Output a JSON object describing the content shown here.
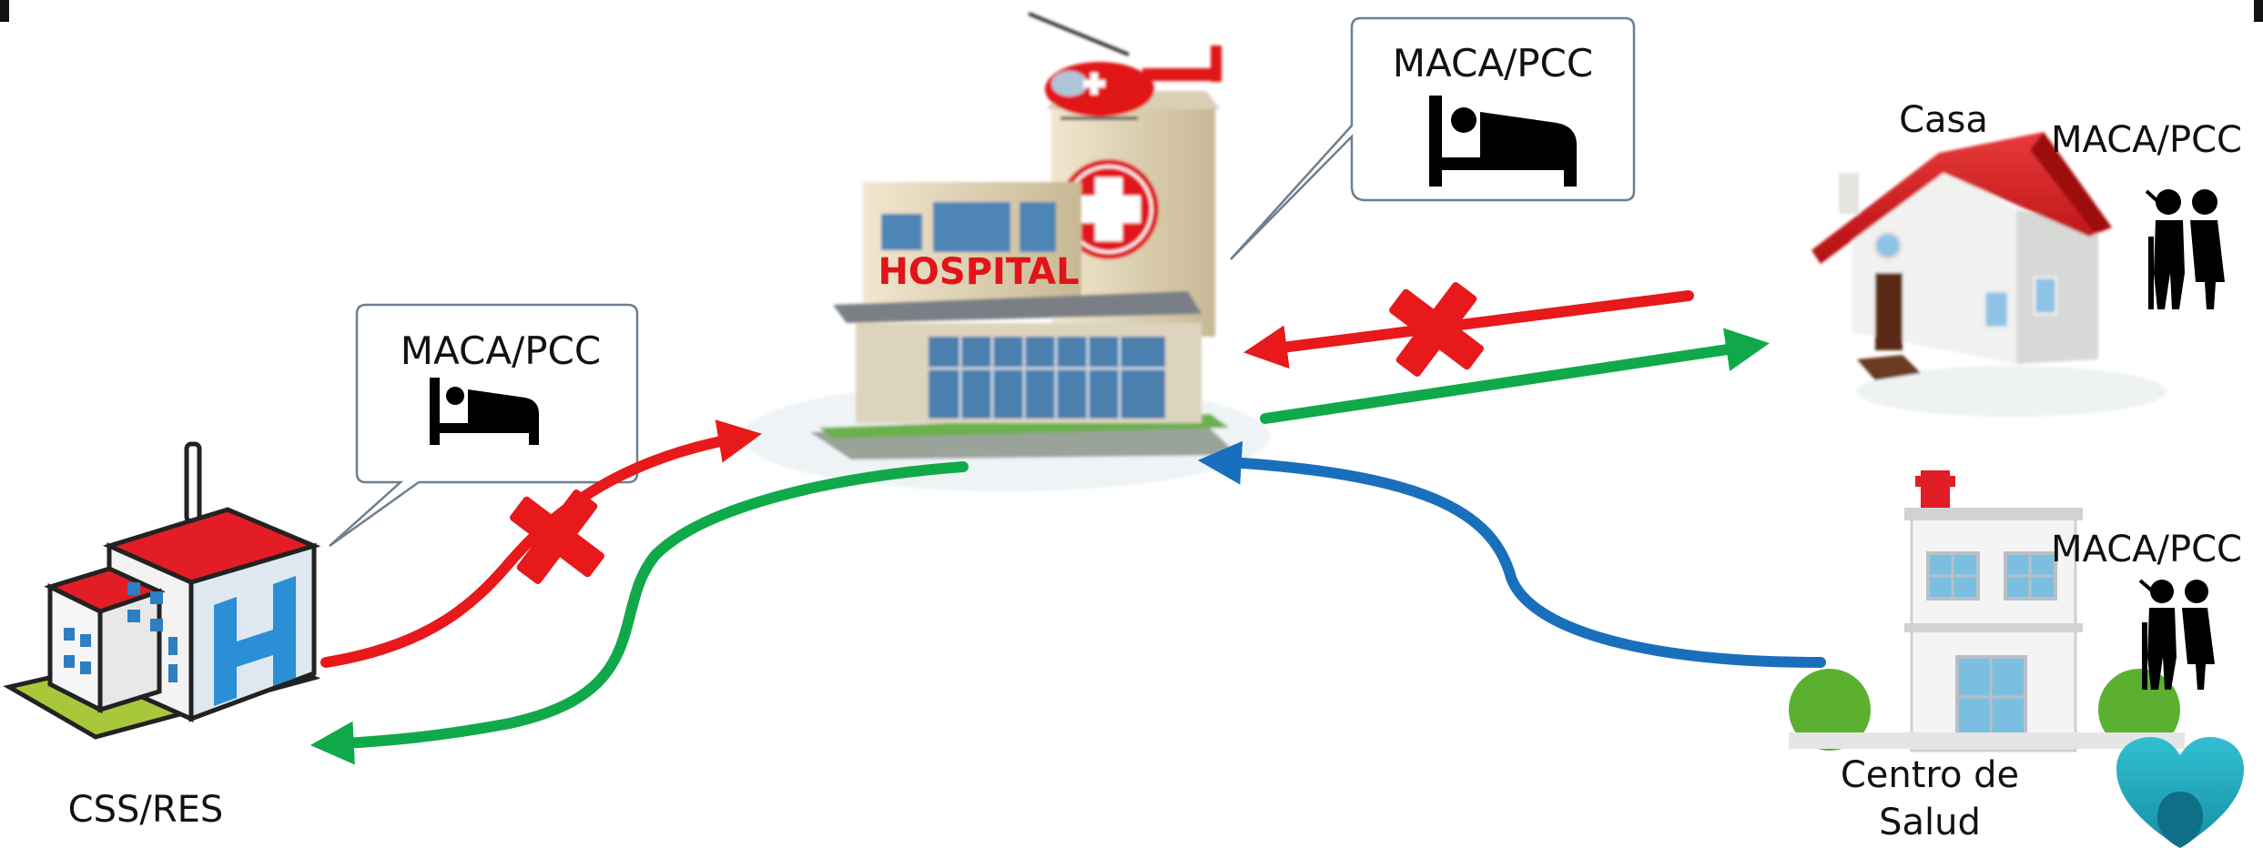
{
  "labels": {
    "css_res": "CSS/RES",
    "casa": "Casa",
    "centro_de_salud": "Centro de\nSalud",
    "hospital_sign": "HOSPITAL",
    "maca_pcc_hospital": "MACA/PCC",
    "maca_pcc_css": "MACA/PCC",
    "maca_pcc_casa": "MACA/PCC",
    "maca_pcc_centro": "MACA/PCC"
  },
  "arrows": [
    {
      "from": "CSS/RES",
      "to": "Hospital",
      "color": "#e8191b",
      "blocked": true
    },
    {
      "from": "Hospital",
      "to": "CSS/RES",
      "color": "#10a94a",
      "blocked": false
    },
    {
      "from": "Casa",
      "to": "Hospital",
      "color": "#e8191b",
      "blocked": true
    },
    {
      "from": "Hospital",
      "to": "Casa",
      "color": "#10a94a",
      "blocked": false
    },
    {
      "from": "Centro de Salud",
      "to": "Hospital",
      "color": "#1a6fbd",
      "blocked": false
    }
  ],
  "icons": {
    "bed": "bed-icon",
    "elderly_couple": "elderly-couple-icon",
    "heart_logo": "heart-logo-icon",
    "block_mark": "red-x-icon"
  },
  "colors": {
    "red": "#e8191b",
    "green": "#10a94a",
    "blue": "#1a6fbd",
    "teal": "#22a3b8"
  }
}
